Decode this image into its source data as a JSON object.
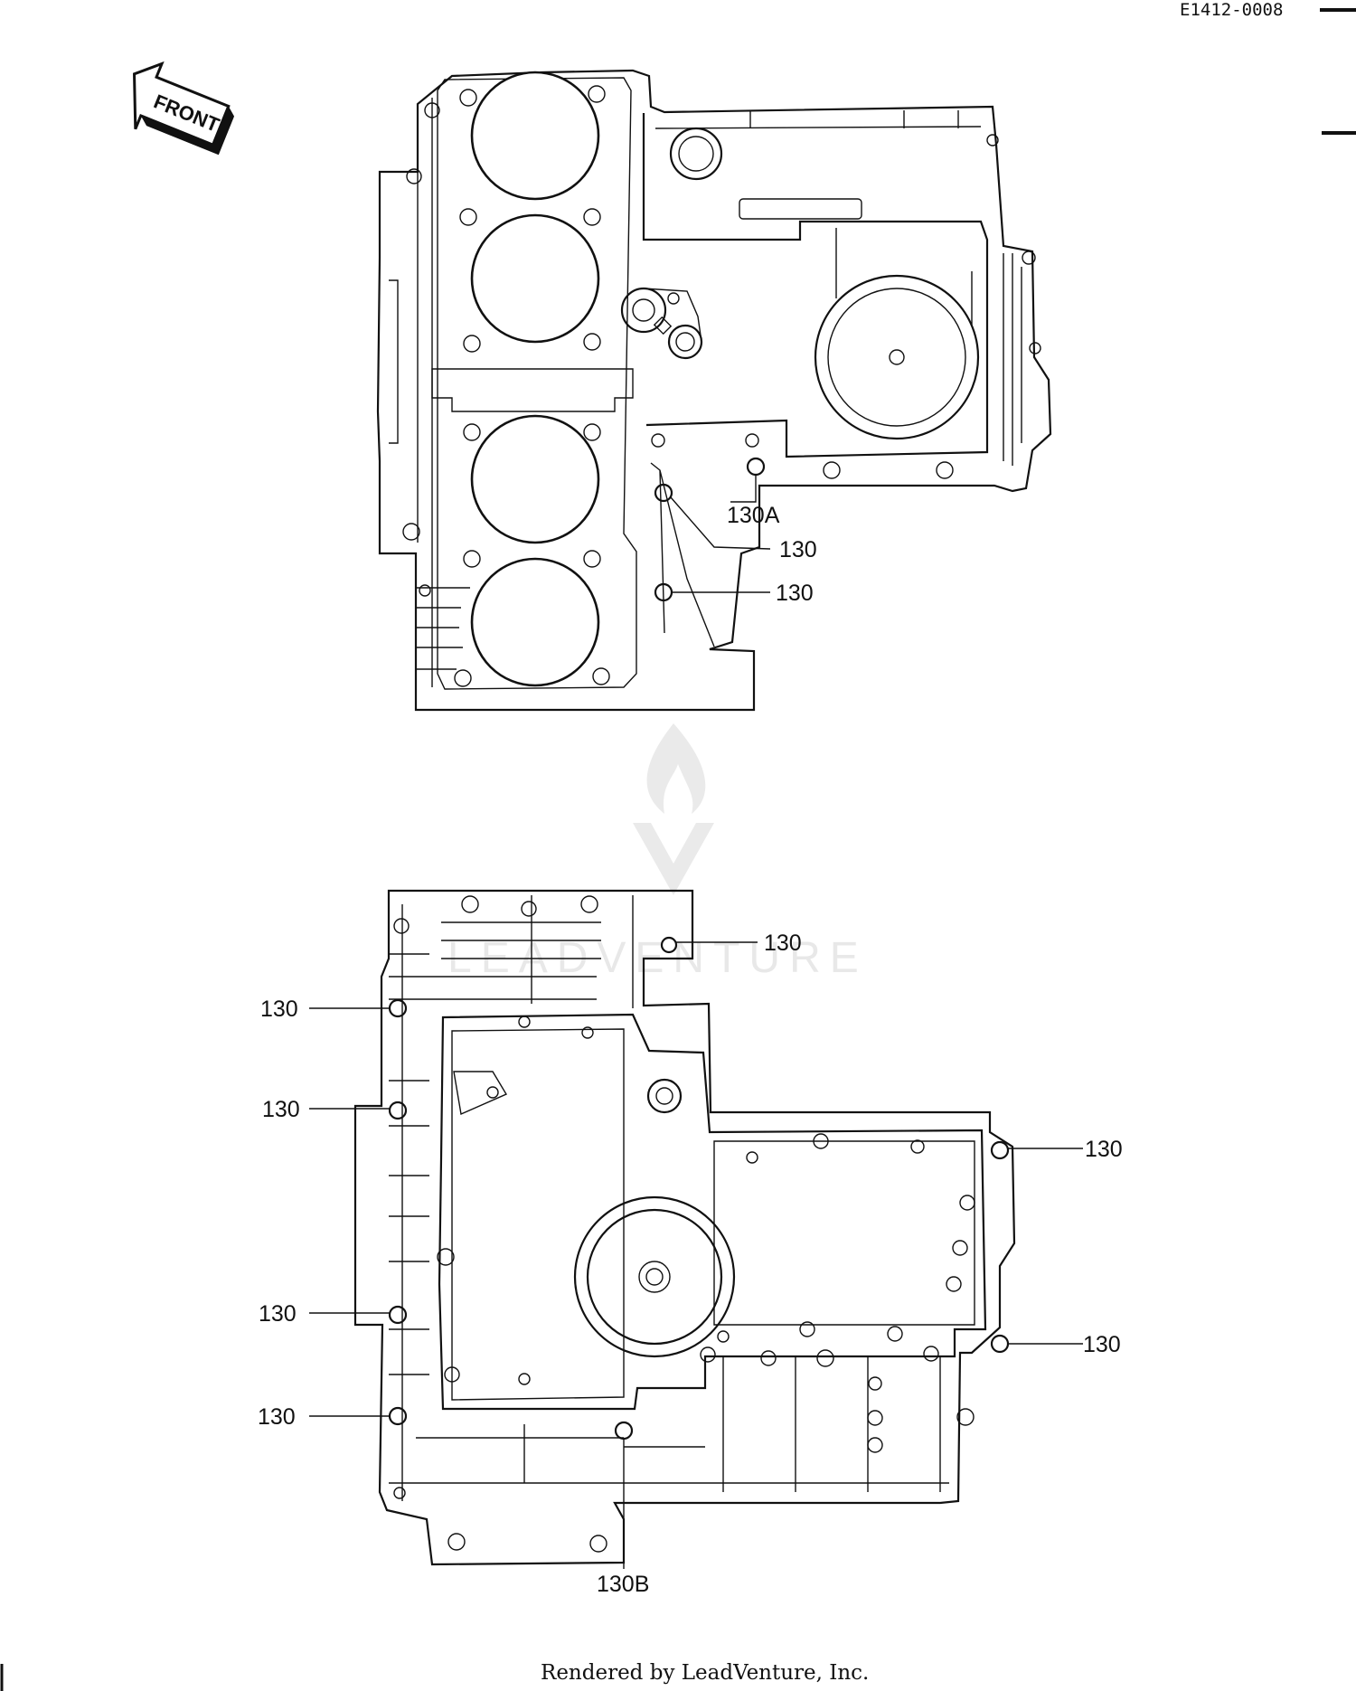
{
  "diagram_code": "E1412-0008",
  "front_arrow_label": "FRONT",
  "watermark_text": "LEADVENTURE",
  "footer_text": "Rendered by LeadVenture, Inc.",
  "callouts": {
    "upper_130a": "130A",
    "upper_130_1": "130",
    "upper_130_2": "130",
    "lower_130_top": "130",
    "lower_130_left1": "130",
    "lower_130_left2": "130",
    "lower_130_left3": "130",
    "lower_130_left4": "130",
    "lower_130_right1": "130",
    "lower_130_right2": "130",
    "lower_130b": "130B"
  },
  "colors": {
    "line": "#111111",
    "paper": "#ffffff",
    "watermark": "#e6e6e6"
  }
}
